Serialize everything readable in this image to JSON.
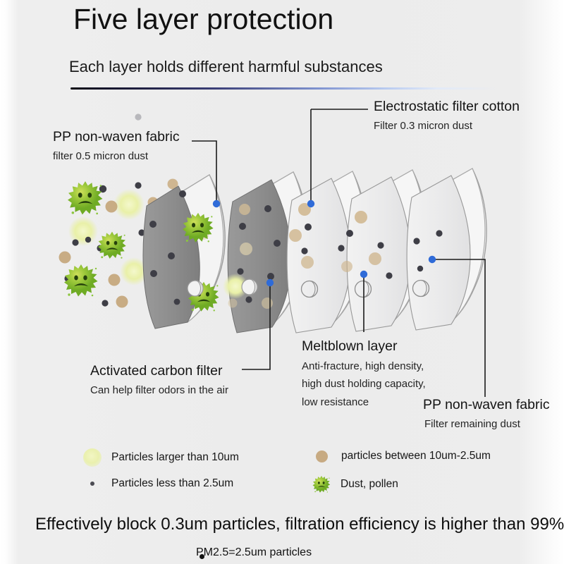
{
  "header": {
    "title": "Five layer protection",
    "subtitle": "Each layer holds different harmful substances",
    "divider_color": "#1c1c3a"
  },
  "callouts": [
    {
      "id": "pp-non-waven-left",
      "title": "PP non-waven fabric",
      "subtitle": "filter 0.5 micron dust"
    },
    {
      "id": "electrostatic-filter-cotton",
      "title": "Electrostatic filter cotton",
      "subtitle": "Filter 0.3 micron dust"
    },
    {
      "id": "activated-carbon-filter",
      "title": "Activated carbon filter",
      "subtitle": "Can help filter odors in the air"
    },
    {
      "id": "meltblown-layer",
      "title": "Meltblown layer",
      "subtitle_line1": "Anti-fracture, high density,",
      "subtitle_line2": "high dust holding capacity,",
      "subtitle_line3": "low resistance"
    },
    {
      "id": "pp-non-waven-right",
      "title": "PP non-waven fabric",
      "subtitle": "Filter remaining dust"
    }
  ],
  "legend": {
    "items": [
      {
        "icon": "large-particle-icon",
        "label": "Particles larger than 10um"
      },
      {
        "icon": "medium-particle-icon",
        "label": "particles between 10um-2.5um"
      },
      {
        "icon": "small-particle-icon",
        "label": "Particles less than 2.5um"
      },
      {
        "icon": "germ-icon",
        "label": "Dust, pollen"
      }
    ]
  },
  "footer": {
    "main": "Effectively block 0.3um particles, filtration efficiency is higher than 99%",
    "note": "PM2.5=2.5um particles"
  },
  "colors": {
    "background": "#ececec",
    "dark_layer": "#8e8e8e",
    "light_layer": "#ececed",
    "germ_green": "#8cc63e",
    "tan_particle": "#c3a478",
    "pale_particle": "#eaf0ae",
    "dark_particle": "#3e3e46",
    "connector_dot": "#2f6bd8",
    "connector_line": "#1a1a1a"
  },
  "layers": [
    {
      "index": 1,
      "name": "pp-non-waven-outer",
      "fill": "dark"
    },
    {
      "index": 2,
      "name": "activated-carbon",
      "fill": "dark"
    },
    {
      "index": 3,
      "name": "electrostatic-filter-cotton",
      "fill": "light"
    },
    {
      "index": 4,
      "name": "meltblown",
      "fill": "light"
    },
    {
      "index": 5,
      "name": "pp-non-waven-inner",
      "fill": "light"
    }
  ]
}
